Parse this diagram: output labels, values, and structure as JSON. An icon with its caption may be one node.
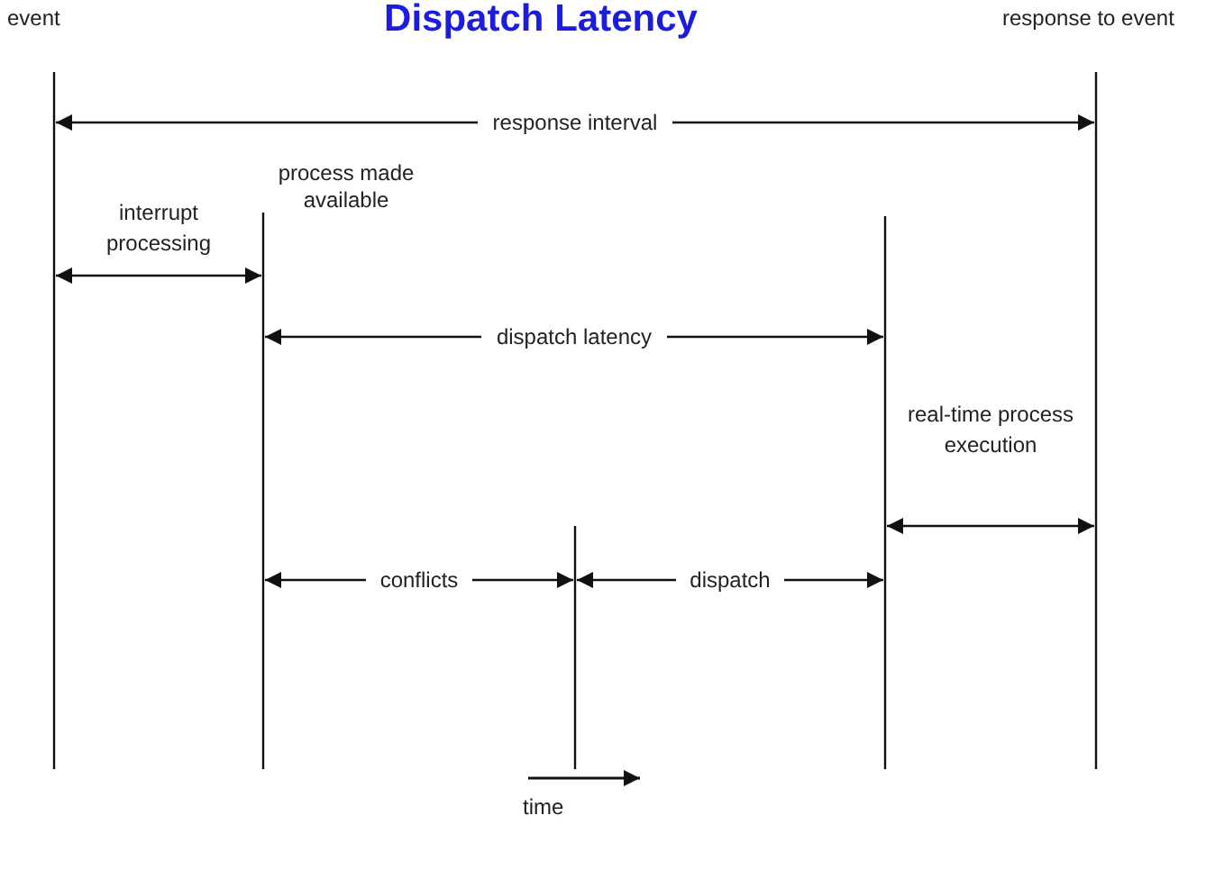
{
  "diagram": {
    "title": "Dispatch Latency",
    "labels": [
      "event",
      "response to event",
      "response interval",
      "interrupt processing",
      "process made available",
      "dispatch latency",
      "real-time process execution",
      "conflicts",
      "dispatch",
      "time"
    ]
  }
}
